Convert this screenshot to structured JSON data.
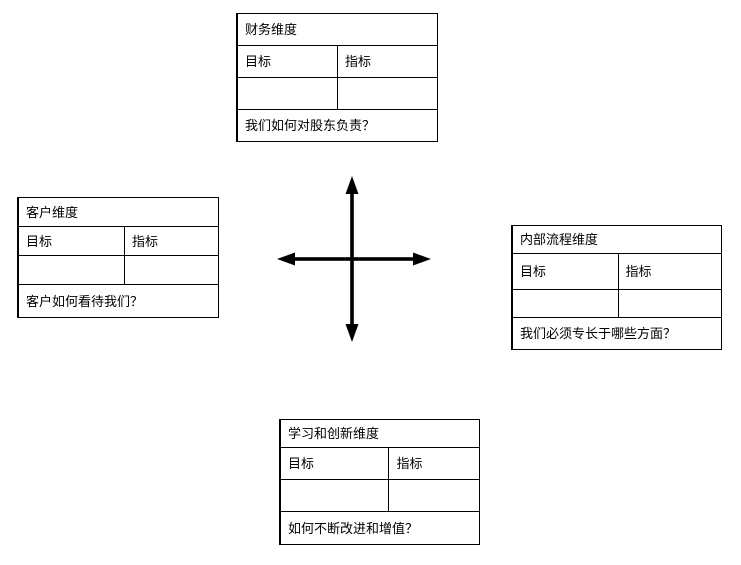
{
  "diagram": {
    "title_semantic": "balanced-scorecard-four-perspectives",
    "column_headers": [
      "目标",
      "指标"
    ],
    "center_icon": "four-way-cross-arrow",
    "perspectives": [
      {
        "key": "financial",
        "name": "财务维度",
        "objective_header": "目标",
        "measure_header": "指标",
        "objective_value": "",
        "measure_value": "",
        "question": "我们如何对股东负责？"
      },
      {
        "key": "customer",
        "name": "客户维度",
        "objective_header": "目标",
        "measure_header": "指标",
        "objective_value": "",
        "measure_value": "",
        "question": "客户如何看待我们？"
      },
      {
        "key": "internal-process",
        "name": "内部流程维度",
        "objective_header": "目标",
        "measure_header": "指标",
        "objective_value": "",
        "measure_value": "",
        "question": "我们必须专长于哪些方面？"
      },
      {
        "key": "learning-innovation",
        "name": "学习和创新维度",
        "objective_header": "目标",
        "measure_header": "指标",
        "objective_value": "",
        "measure_value": "",
        "question": "如何不断改进和增值？"
      }
    ]
  },
  "colors": {
    "line": "#000000",
    "text": "#000000",
    "background": "#ffffff"
  }
}
